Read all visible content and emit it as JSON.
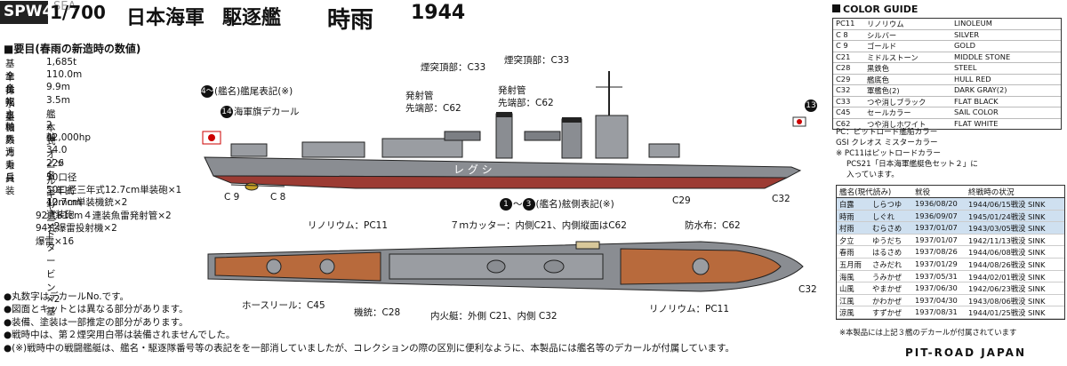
{
  "header": {
    "series_code": "SPW47",
    "scale_partial": "1/700",
    "navy": "日本海軍",
    "ship_type": "駆逐艦",
    "ship_name": "時雨",
    "year": "1944",
    "overlap_text": "SEA"
  },
  "specs": {
    "heading": "■要目(春雨の新造時の数値)",
    "rows": [
      {
        "key": "基準排水量",
        "value": "1,685t"
      },
      {
        "key": "全長",
        "value": "110.0m"
      },
      {
        "key": "全幅",
        "value": "9.9m"
      },
      {
        "key": "吃水",
        "value": "3.5m"
      },
      {
        "key": "主機",
        "value": "艦本式オールギヤードタービン×2基"
      },
      {
        "key": "軸数",
        "value": "2軸"
      },
      {
        "key": "馬力",
        "value": "42,000hp"
      },
      {
        "key": "速力",
        "value": "34.0ノット"
      },
      {
        "key": "乗員",
        "value": "226名"
      },
      {
        "key": "兵装",
        "value": "50口径三年式12.7cm連装砲×2"
      }
    ],
    "armament_more": [
      "50口径三年式12.7cm単装砲×1",
      "40mm単装機銃×2",
      "92式61cm４連装魚雷発射管×2",
      "94式爆雷投射機×2",
      "爆雷×16"
    ]
  },
  "callouts": {
    "funnel_top_1": "煙突頂部：C33",
    "funnel_top_2": "煙突頂部：C33",
    "launcher_1a": "発射管",
    "launcher_1b": "先端部：C62",
    "launcher_2a": "発射管",
    "launcher_2b": "先端部：C62",
    "stern_marking_num": "4〜6",
    "stern_marking": "(艦名)艦尾表記(※)",
    "flag_decal_num": "14",
    "flag_decal": "海軍旗デカール",
    "side_marking_num1": "1",
    "side_marking_num2": "3",
    "side_marking": "(艦名)舷側表記(※)",
    "ship_hull_name": "レ グ シ",
    "flag_right_num": "13",
    "c9": "C 9",
    "c8": "C 8",
    "c29": "C29",
    "c32_side": "C32",
    "linoleum_top": "リノリウム：PC11",
    "cutter": "７ｍカッター：内側C21、内側縦面はC62",
    "canvas": "防水布：C62",
    "c32_plan": "C32",
    "hose_reel": "ホースリール：C45",
    "mg": "機銃：C28",
    "launch": "内火艇：外側 C21、内側 C32",
    "linoleum_bottom": "リノリウム：PC11"
  },
  "notes": [
    "●丸数字はデカールNo.です。",
    "●図面とキットとは異なる部分があります。",
    "●装備、塗装は一部推定の部分があります。",
    "●戦時中は、第２煙突用白帯は装備されませんでした。",
    "●(※)戦時中の戦闘艦艇は、艦名・駆逐隊番号等の表記をを一部消していましたが、コレクションの際の区別に便利なように、本製品には艦名等のデカールが付属しています。"
  ],
  "color_guide": {
    "heading": "COLOR GUIDE",
    "rows": [
      {
        "code": "PC11",
        "jp": "リノリウム",
        "en": "LINOLEUM"
      },
      {
        "code": "C 8",
        "jp": "シルバー",
        "en": "SILVER"
      },
      {
        "code": "C 9",
        "jp": "ゴールド",
        "en": "GOLD"
      },
      {
        "code": "C21",
        "jp": "ミドルストーン",
        "en": "MIDDLE STONE"
      },
      {
        "code": "C28",
        "jp": "黒鉄色",
        "en": "STEEL"
      },
      {
        "code": "C29",
        "jp": "艦底色",
        "en": "HULL RED"
      },
      {
        "code": "C32",
        "jp": "軍艦色(2)",
        "en": "DARK GRAY(2)"
      },
      {
        "code": "C33",
        "jp": "つや消しブラック",
        "en": "FLAT BLACK"
      },
      {
        "code": "C45",
        "jp": "セールカラー",
        "en": "SAIL COLOR"
      },
      {
        "code": "C62",
        "jp": "つや消しホワイト",
        "en": "FLAT WHITE"
      }
    ],
    "note_pc": "PC：ピットロード艦船カラー",
    "note_gsi": "GSI クレオス ミスターカラー",
    "note_pc11": "※ PC11はピットロードカラー",
    "note_pcs21": "PCS21「日本海軍艦艇色セット２」に",
    "note_pcs21b": "入っています。"
  },
  "ship_table": {
    "headers": [
      "艦名(現代読み)",
      "",
      "就役",
      "終戦時の状況"
    ],
    "rows": [
      {
        "name": "白露",
        "reading": "しらつゆ",
        "commission": "1936/08/20",
        "fate": "1944/06/15戦没 SINK",
        "highlight": true
      },
      {
        "name": "時雨",
        "reading": "しぐれ",
        "commission": "1936/09/07",
        "fate": "1945/01/24戦没 SINK",
        "highlight": true
      },
      {
        "name": "村雨",
        "reading": "むらさめ",
        "commission": "1937/01/07",
        "fate": "1943/03/05戦没 SINK",
        "highlight": true
      },
      {
        "name": "夕立",
        "reading": "ゆうだち",
        "commission": "1937/01/07",
        "fate": "1942/11/13戦没 SINK",
        "highlight": false
      },
      {
        "name": "春雨",
        "reading": "はるさめ",
        "commission": "1937/08/26",
        "fate": "1944/06/08戦没 SINK",
        "highlight": false
      },
      {
        "name": "五月雨",
        "reading": "さみだれ",
        "commission": "1937/01/29",
        "fate": "1944/08/26戦没 SINK",
        "highlight": false
      },
      {
        "name": "海風",
        "reading": "うみかぜ",
        "commission": "1937/05/31",
        "fate": "1944/02/01戦没 SINK",
        "highlight": false
      },
      {
        "name": "山風",
        "reading": "やまかぜ",
        "commission": "1937/06/30",
        "fate": "1942/06/23戦没 SINK",
        "highlight": false
      },
      {
        "name": "江風",
        "reading": "かわかぜ",
        "commission": "1937/04/30",
        "fate": "1943/08/06戦没 SINK",
        "highlight": false
      },
      {
        "name": "涼風",
        "reading": "すずかぜ",
        "commission": "1937/08/31",
        "fate": "1944/01/25戦没 SINK",
        "highlight": false
      }
    ],
    "note": "※本製品には上記３艦のデカールが付属されています"
  },
  "footer": "PIT-ROAD JAPAN",
  "colors": {
    "hull_gray": "#8a8d92",
    "hull_red": "#9c3b33",
    "deck_wood": "#b86a3c",
    "highlight_row": "#cfe0f0"
  }
}
